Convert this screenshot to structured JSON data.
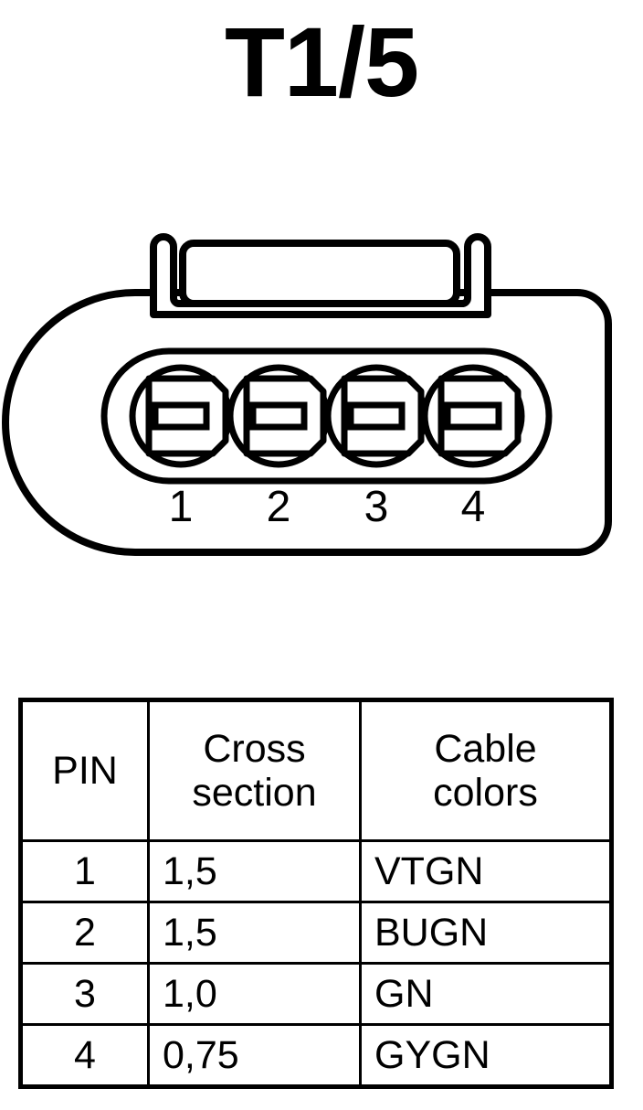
{
  "title": "T1/5",
  "connector": {
    "name": "4-way automotive connector pinout diagram",
    "cavity_count": 4,
    "pin_labels": [
      "1",
      "2",
      "3",
      "4"
    ],
    "line_color": "#000000",
    "fill_color": "#ffffff"
  },
  "table": {
    "headers": {
      "pin": "PIN",
      "cross_section_line1": "Cross",
      "cross_section_line2": "section",
      "cable_colors_line1": "Cable",
      "cable_colors_line2": "colors"
    },
    "rows": [
      {
        "pin": "1",
        "cross_section": "1,5",
        "cable_colors": "VTGN"
      },
      {
        "pin": "2",
        "cross_section": "1,5",
        "cable_colors": "BUGN"
      },
      {
        "pin": "3",
        "cross_section": "1,0",
        "cable_colors": "GN"
      },
      {
        "pin": "4",
        "cross_section": "0,75",
        "cable_colors": "GYGN"
      }
    ]
  }
}
